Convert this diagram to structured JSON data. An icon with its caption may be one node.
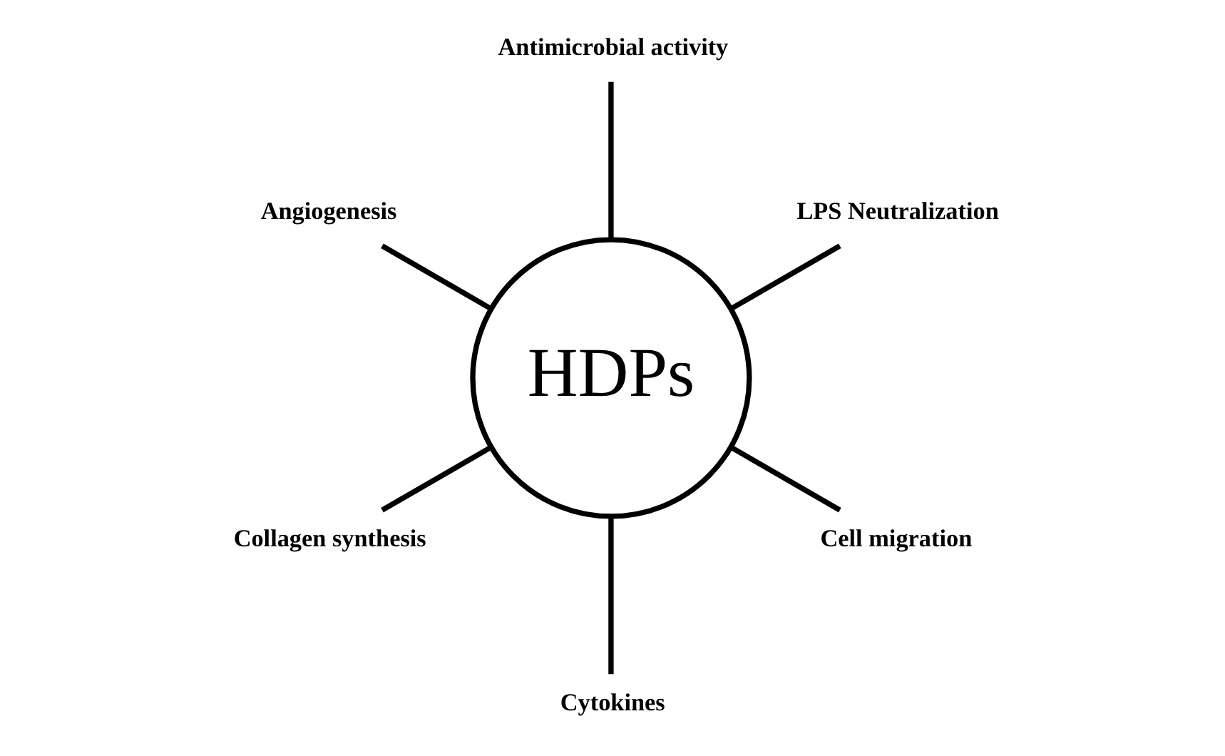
{
  "diagram": {
    "nodes": [
      {
        "text": [
          "HDPs"
        ]
      },
      {
        "text": [
          "LPS Neutralization"
        ]
      },
      {
        "text": [
          "Antimicrobial activity"
        ]
      },
      {
        "text": [
          "Angiogenesis"
        ]
      },
      {
        "text": [
          "Collagen synthesis"
        ]
      },
      {
        "text": [
          "Cytokines"
        ]
      },
      {
        "text": [
          "Cell migration"
        ]
      }
    ],
    "edges": [
      {
        "from": 0,
        "to": 1,
        "arrow": "none"
      },
      {
        "from": 0,
        "to": 2,
        "arrow": "none"
      },
      {
        "from": 0,
        "to": 3,
        "arrow": "none"
      },
      {
        "from": 0,
        "to": 4,
        "arrow": "none"
      },
      {
        "from": 0,
        "to": 5,
        "arrow": "none"
      },
      {
        "from": 0,
        "to": 6,
        "arrow": "none"
      }
    ]
  }
}
